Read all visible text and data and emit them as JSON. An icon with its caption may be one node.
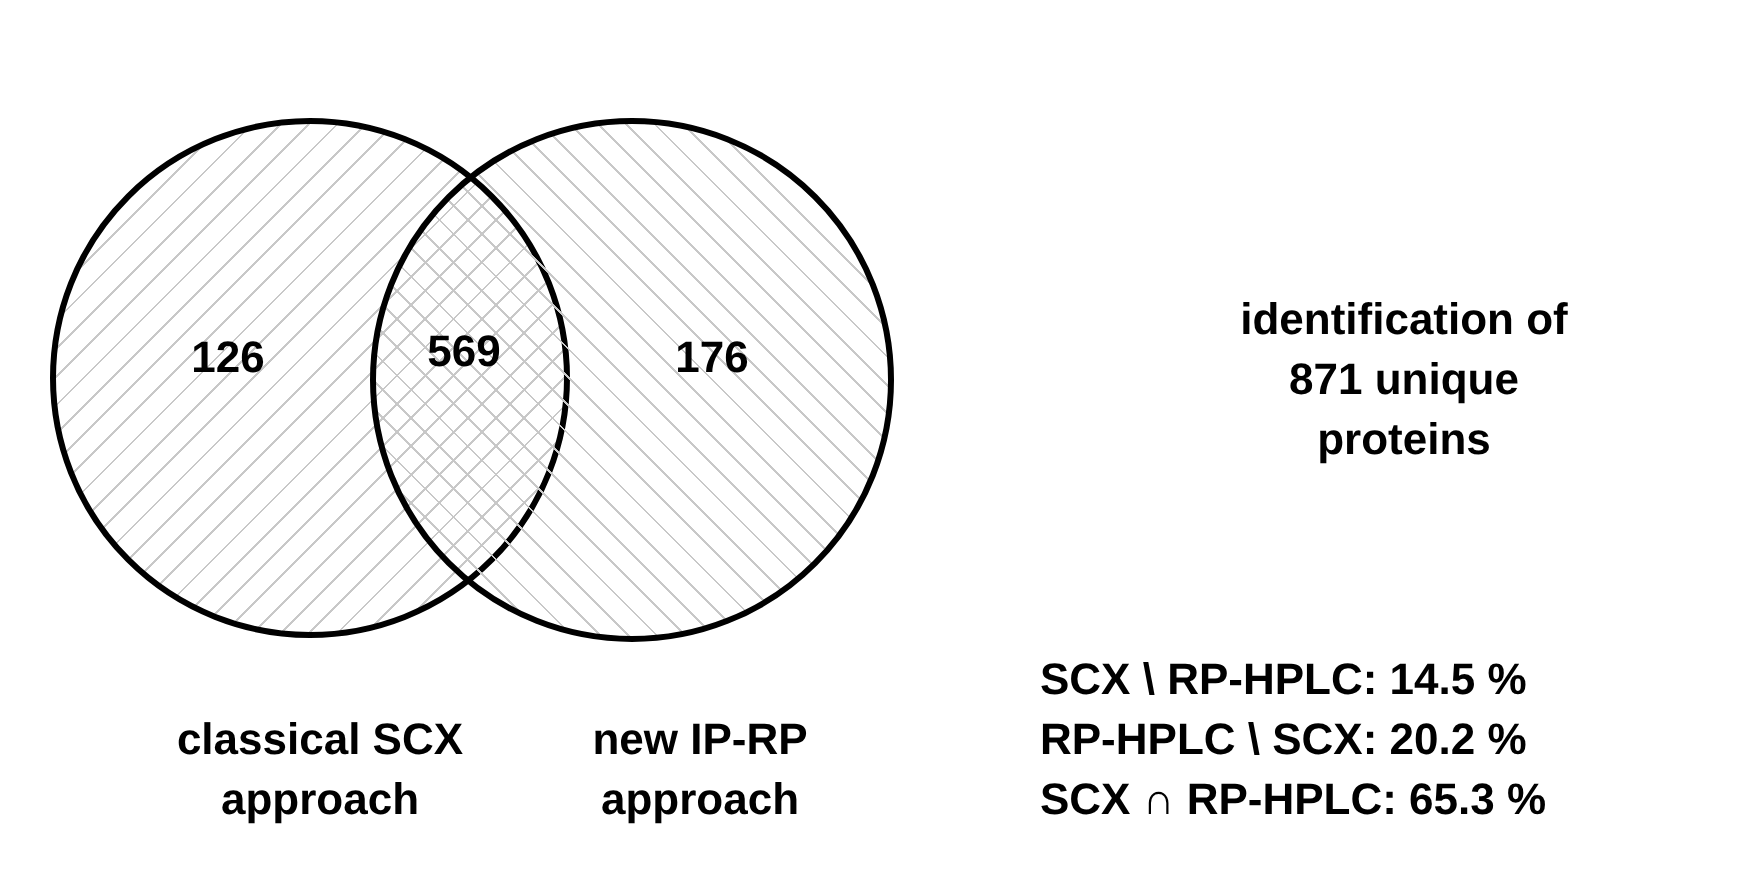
{
  "diagram": {
    "nodes": [
      {
        "text": [
          "126"
        ],
        "beside": [
          "classical SCX approach"
        ]
      },
      {
        "text": [
          "176"
        ],
        "beside": [
          "new IP-RP approach"
        ]
      }
    ],
    "labels": [
      "569",
      "identification of 871 unique proteins",
      "SCX \\ RP-HPLC: 14.5 %",
      "RP-HPLC \\ SCX: 20.2 %",
      "SCX ∩ RP-HPLC: 65.3 %"
    ]
  }
}
